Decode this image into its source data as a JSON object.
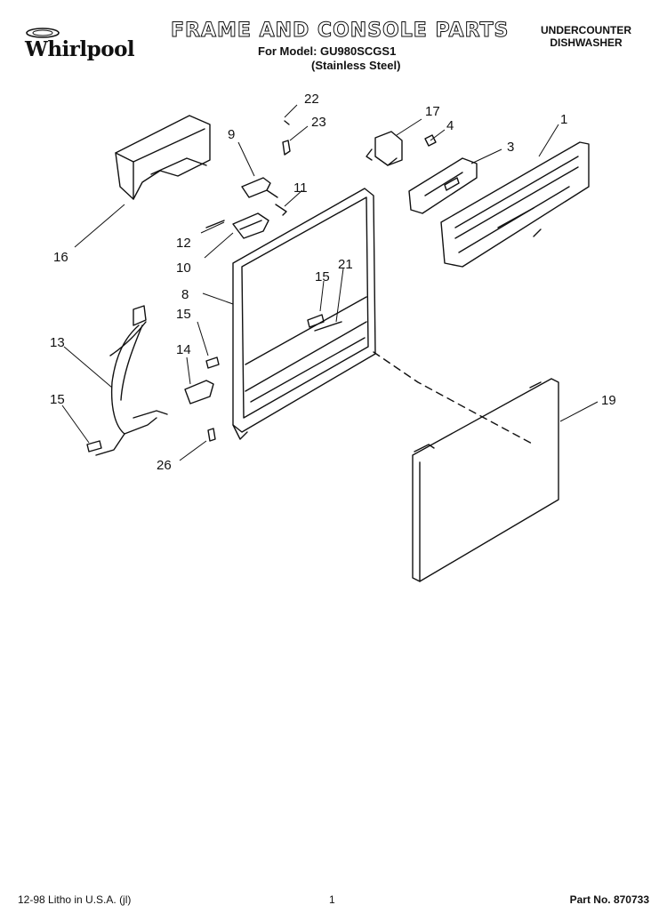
{
  "header": {
    "brand": "Whirlpool",
    "title": "FRAME AND CONSOLE PARTS",
    "model_line": "For Model: GU980SCGS1",
    "finish": "(Stainless Steel)",
    "appliance_type_line1": "UNDERCOUNTER",
    "appliance_type_line2": "DISHWASHER"
  },
  "callouts": [
    "1",
    "3",
    "4",
    "8",
    "9",
    "10",
    "11",
    "12",
    "13",
    "14",
    "15",
    "15",
    "15",
    "16",
    "17",
    "19",
    "21",
    "22",
    "23",
    "26"
  ],
  "footer": {
    "left": "12-98 Litho in U.S.A. (jl)",
    "page": "1",
    "part_number": "Part No. 870733"
  },
  "colors": {
    "ink": "#111111",
    "paper": "#ffffff"
  }
}
